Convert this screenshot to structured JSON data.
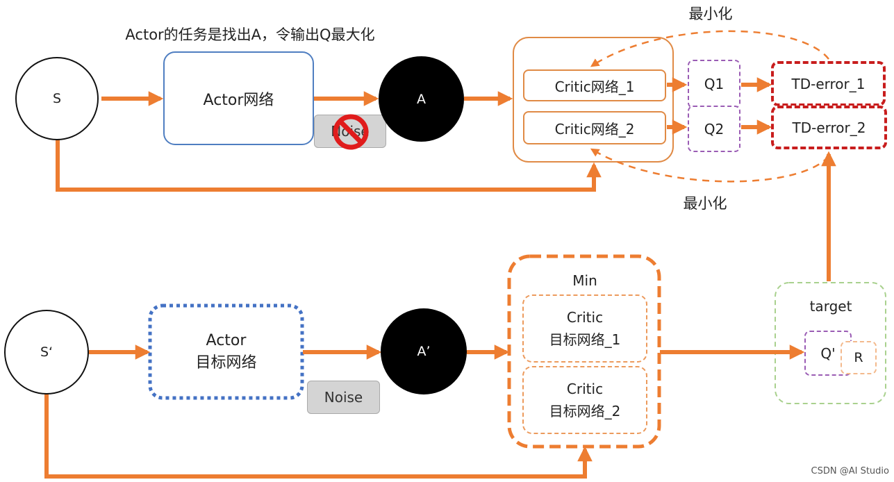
{
  "title": "Actor的任务是找出A，令输出Q最大化",
  "top": {
    "state": "S",
    "actor": "Actor网络",
    "action": "A",
    "noise": "Noise",
    "critic_1": "Critic网络_1",
    "critic_2": "Critic网络_2",
    "q1": "Q1",
    "q2": "Q2",
    "td_error_1": "TD-error_1",
    "td_error_2": "TD-error_2",
    "minimize_top": "最小化",
    "minimize_bottom": "最小化"
  },
  "bottom": {
    "state": "S‘",
    "actor_target": "Actor\n目标网络",
    "action": "A’",
    "noise": "Noise",
    "min_label": "Min",
    "critic_target_1": "Critic\n目标网络_1",
    "critic_target_2": "Critic\n目标网络_2",
    "target_label": "target",
    "q_prime": "Q'",
    "r": "R"
  },
  "watermark": "CSDN @AI Studio",
  "colors": {
    "arrow": "#ed7d31",
    "actor_border": "#4f7ec1",
    "actor_target_border": "#4472c4",
    "critic_border": "#e08a45",
    "q_border": "#9a5cb4",
    "td_border": "#c81d1d",
    "target_border": "#a9d18e",
    "no_sign": "#e01c1c"
  },
  "icons": {
    "no_noise": "prohibited-icon"
  }
}
